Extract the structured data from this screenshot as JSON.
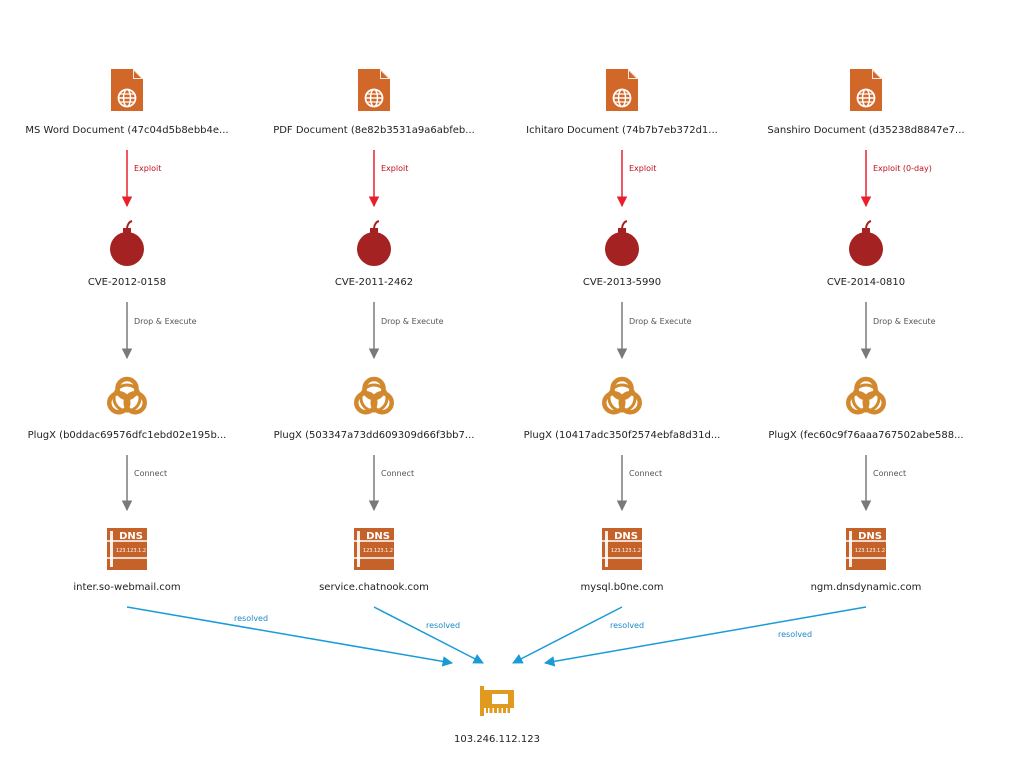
{
  "colors": {
    "document": "#D2672A",
    "cve": "#A52222",
    "malware": "#D2882C",
    "dns": "#C4622A",
    "ip": "#E09A20",
    "exploit_edge": "#E8202C",
    "exploit_text": "#C0101C",
    "drop_edge": "#7A7A7A",
    "drop_text": "#555555",
    "resolved_edge": "#1A9BD7",
    "resolved_text": "#1A8AC4"
  },
  "chains": [
    {
      "document": {
        "label": "MS Word Document (47c04d5b8ebb4e...",
        "icon": "document-web-icon"
      },
      "exploit_label": "Exploit",
      "cve": {
        "label": "CVE-2012-0158",
        "icon": "bomb-icon"
      },
      "drop_label": "Drop & Execute",
      "malware": {
        "label": "PlugX (b0ddac69576dfc1ebd02e195b...",
        "icon": "biohazard-icon"
      },
      "connect_label": "Connect",
      "domain": {
        "label": "inter.so-webmail.com",
        "icon": "dns-server-icon"
      },
      "resolved_label": "resolved"
    },
    {
      "document": {
        "label": "PDF Document (8e82b3531a9a6abfeb...",
        "icon": "document-web-icon"
      },
      "exploit_label": "Exploit",
      "cve": {
        "label": "CVE-2011-2462",
        "icon": "bomb-icon"
      },
      "drop_label": "Drop & Execute",
      "malware": {
        "label": "PlugX (503347a73dd609309d66f3bb7...",
        "icon": "biohazard-icon"
      },
      "connect_label": "Connect",
      "domain": {
        "label": "service.chatnook.com",
        "icon": "dns-server-icon"
      },
      "resolved_label": "resolved"
    },
    {
      "document": {
        "label": "Ichitaro Document (74b7b7eb372d1...",
        "icon": "document-web-icon"
      },
      "exploit_label": "Exploit",
      "cve": {
        "label": "CVE-2013-5990",
        "icon": "bomb-icon"
      },
      "drop_label": "Drop & Execute",
      "malware": {
        "label": "PlugX (10417adc350f2574ebfa8d31d...",
        "icon": "biohazard-icon"
      },
      "connect_label": "Connect",
      "domain": {
        "label": "mysql.b0ne.com",
        "icon": "dns-server-icon"
      },
      "resolved_label": "resolved"
    },
    {
      "document": {
        "label": "Sanshiro Document (d35238d8847e7...",
        "icon": "document-web-icon"
      },
      "exploit_label": "Exploit (0-day)",
      "cve": {
        "label": "CVE-2014-0810",
        "icon": "bomb-icon"
      },
      "drop_label": "Drop & Execute",
      "malware": {
        "label": "PlugX (fec60c9f76aaa767502abe588...",
        "icon": "biohazard-icon"
      },
      "connect_label": "Connect",
      "domain": {
        "label": "ngm.dnsdynamic.com",
        "icon": "dns-server-icon"
      },
      "resolved_label": "resolved"
    }
  ],
  "ip": {
    "label": "103.246.112.123",
    "icon": "network-card-icon"
  },
  "dns_icon_text": {
    "top": "DNS",
    "bottom": "123.123.1.2"
  }
}
